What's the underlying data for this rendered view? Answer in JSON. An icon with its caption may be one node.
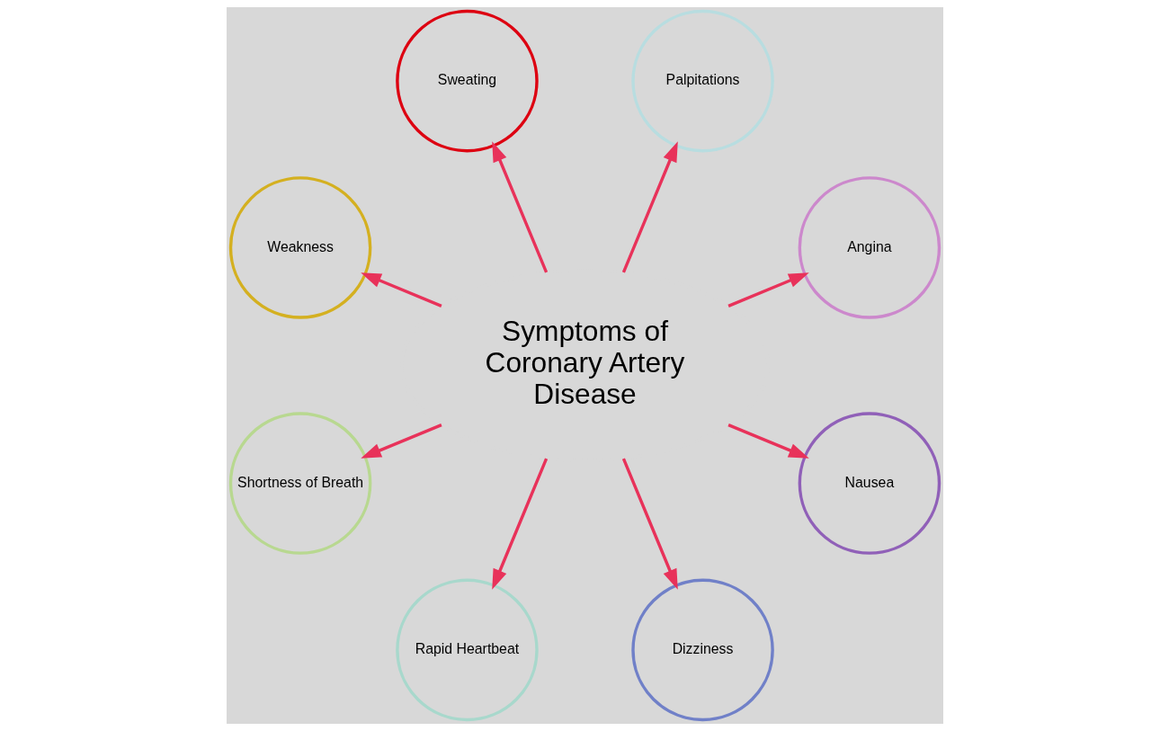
{
  "diagram": {
    "nodes": [
      {
        "text": [
          "Symptoms of Coronary Artery Disease"
        ]
      },
      {
        "text": [
          "Angina"
        ]
      },
      {
        "text": [
          "Palpitations"
        ]
      },
      {
        "text": [
          "Sweating"
        ]
      },
      {
        "text": [
          "Weakness"
        ]
      },
      {
        "text": [
          "Shortness of Breath"
        ]
      },
      {
        "text": [
          "Rapid Heartbeat"
        ]
      },
      {
        "text": [
          "Dizziness"
        ]
      },
      {
        "text": [
          "Nausea"
        ]
      }
    ],
    "edges": [
      {
        "from": 0,
        "to": 1,
        "arrow": "to"
      },
      {
        "from": 0,
        "to": 2,
        "arrow": "to"
      },
      {
        "from": 0,
        "to": 3,
        "arrow": "to"
      },
      {
        "from": 0,
        "to": 4,
        "arrow": "to"
      },
      {
        "from": 0,
        "to": 5,
        "arrow": "to"
      },
      {
        "from": 0,
        "to": 6,
        "arrow": "to"
      },
      {
        "from": 0,
        "to": 7,
        "arrow": "to"
      },
      {
        "from": 0,
        "to": 8,
        "arrow": "to"
      }
    ]
  }
}
